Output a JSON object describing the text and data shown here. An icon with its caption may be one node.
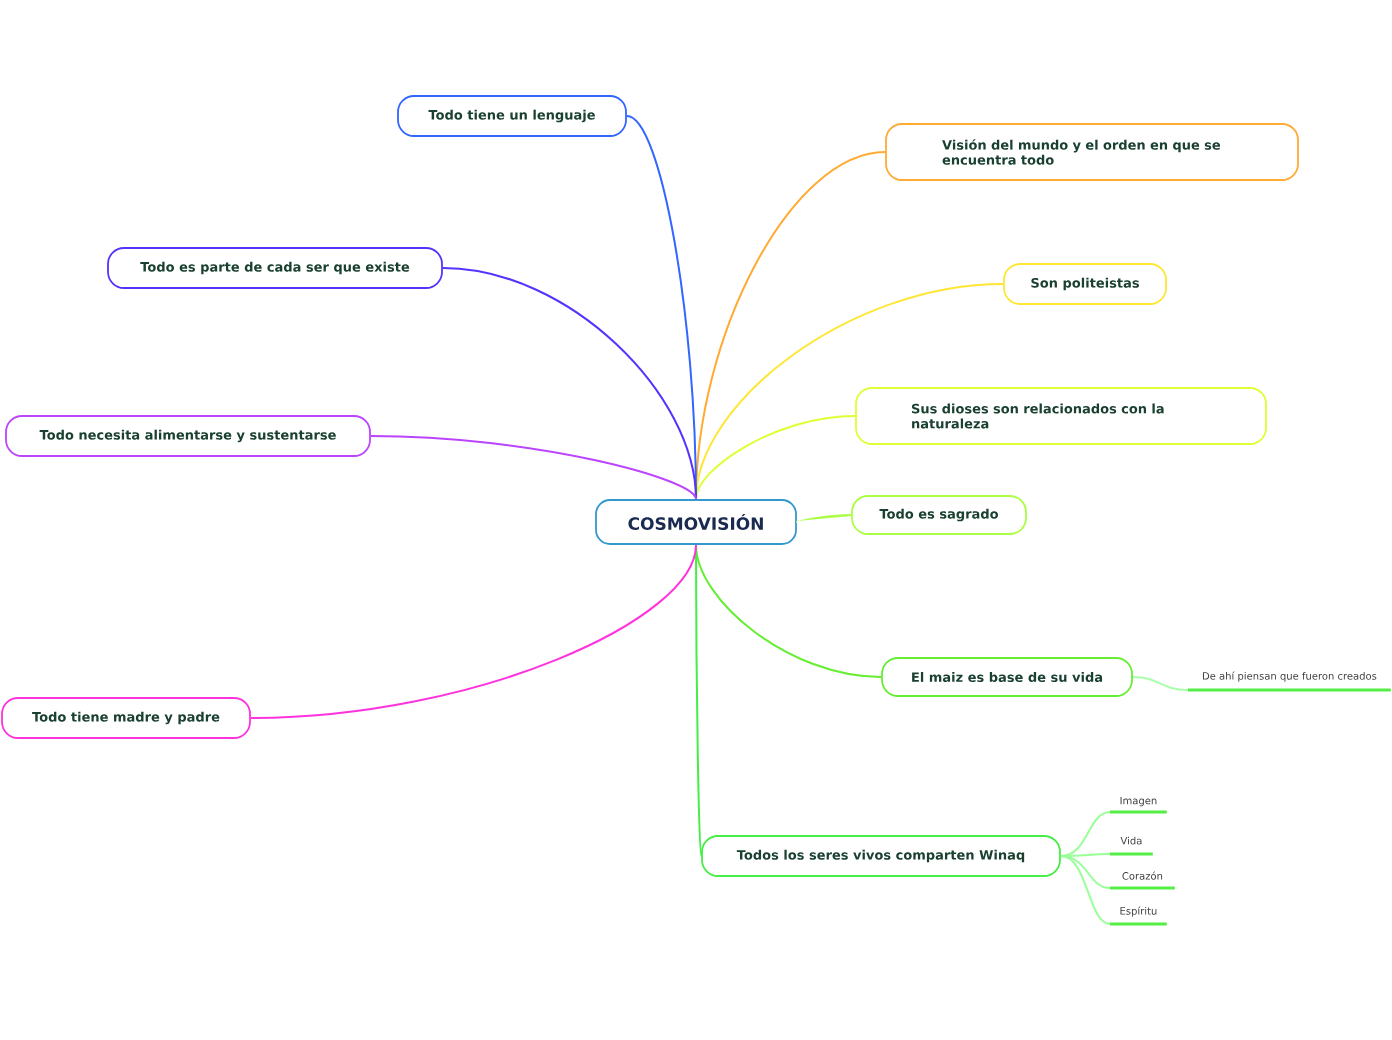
{
  "diagram": {
    "nodes": [
      {
        "text": [
          "COSMOVISIÓN"
        ]
      },
      {
        "text": [
          "Visión del mundo y el orden en que se encuentra todo"
        ]
      },
      {
        "text": [
          "Son politeistas"
        ]
      },
      {
        "text": [
          "Sus dioses son relacionados con la naturaleza"
        ]
      },
      {
        "text": [
          "Todo es sagrado"
        ]
      },
      {
        "text": [
          "El maiz es base de su vida"
        ]
      },
      {
        "text": [
          "De ahí piensan que fueron creados"
        ]
      },
      {
        "text": [
          "Todos los seres vivos comparten Winaq"
        ]
      },
      {
        "text": [
          "Imagen"
        ]
      },
      {
        "text": [
          "Vida"
        ]
      },
      {
        "text": [
          "Corazón"
        ]
      },
      {
        "text": [
          "Espíritu"
        ]
      },
      {
        "text": [
          "Todo tiene un lenguaje"
        ]
      },
      {
        "text": [
          "Todo es parte de cada ser que existe"
        ]
      },
      {
        "text": [
          "Todo necesita alimentarse y sustentarse"
        ]
      },
      {
        "text": [
          "Todo tiene madre y padre"
        ]
      }
    ],
    "edges": [
      {
        "from": 0,
        "to": 1,
        "arrow": "none",
        "color": "#ffaa33"
      },
      {
        "from": 0,
        "to": 2,
        "arrow": "none",
        "color": "#ffe633"
      },
      {
        "from": 0,
        "to": 3,
        "arrow": "none",
        "color": "#ddff33"
      },
      {
        "from": 0,
        "to": 4,
        "arrow": "none",
        "color": "#aaff44"
      },
      {
        "from": 0,
        "to": 5,
        "arrow": "none",
        "color": "#66ee33"
      },
      {
        "from": 5,
        "to": 6,
        "arrow": "none",
        "color": "#aaffaa"
      },
      {
        "from": 0,
        "to": 7,
        "arrow": "none",
        "color": "#44ee44"
      },
      {
        "from": 7,
        "to": 8,
        "arrow": "none",
        "color": "#99ff99"
      },
      {
        "from": 7,
        "to": 9,
        "arrow": "none",
        "color": "#99ff99"
      },
      {
        "from": 7,
        "to": 10,
        "arrow": "none",
        "color": "#99ff99"
      },
      {
        "from": 7,
        "to": 11,
        "arrow": "none",
        "color": "#99ff99"
      },
      {
        "from": 0,
        "to": 12,
        "arrow": "none",
        "color": "#3366ff"
      },
      {
        "from": 0,
        "to": 13,
        "arrow": "none",
        "color": "#5533ff"
      },
      {
        "from": 0,
        "to": 14,
        "arrow": "none",
        "color": "#bb44ff"
      },
      {
        "from": 0,
        "to": 15,
        "arrow": "none",
        "color": "#ff33dd"
      }
    ]
  }
}
